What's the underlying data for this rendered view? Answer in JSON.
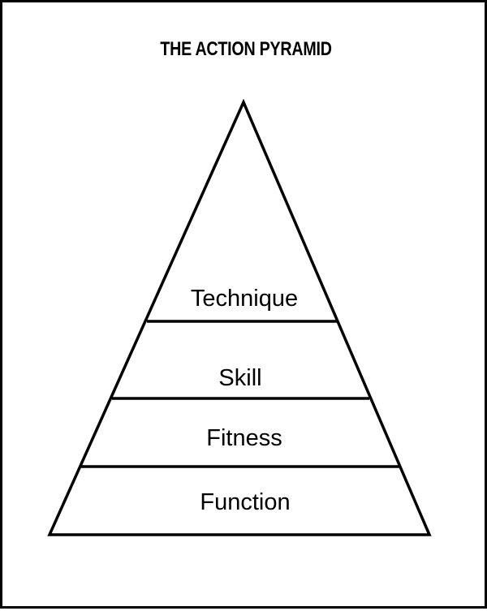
{
  "title": "THE ACTION PYRAMID",
  "levels": [
    {
      "label": "Technique"
    },
    {
      "label": "Skill"
    },
    {
      "label": "Fitness"
    },
    {
      "label": "Function"
    }
  ],
  "colors": {
    "line": "#000000",
    "background": "#ffffff"
  }
}
